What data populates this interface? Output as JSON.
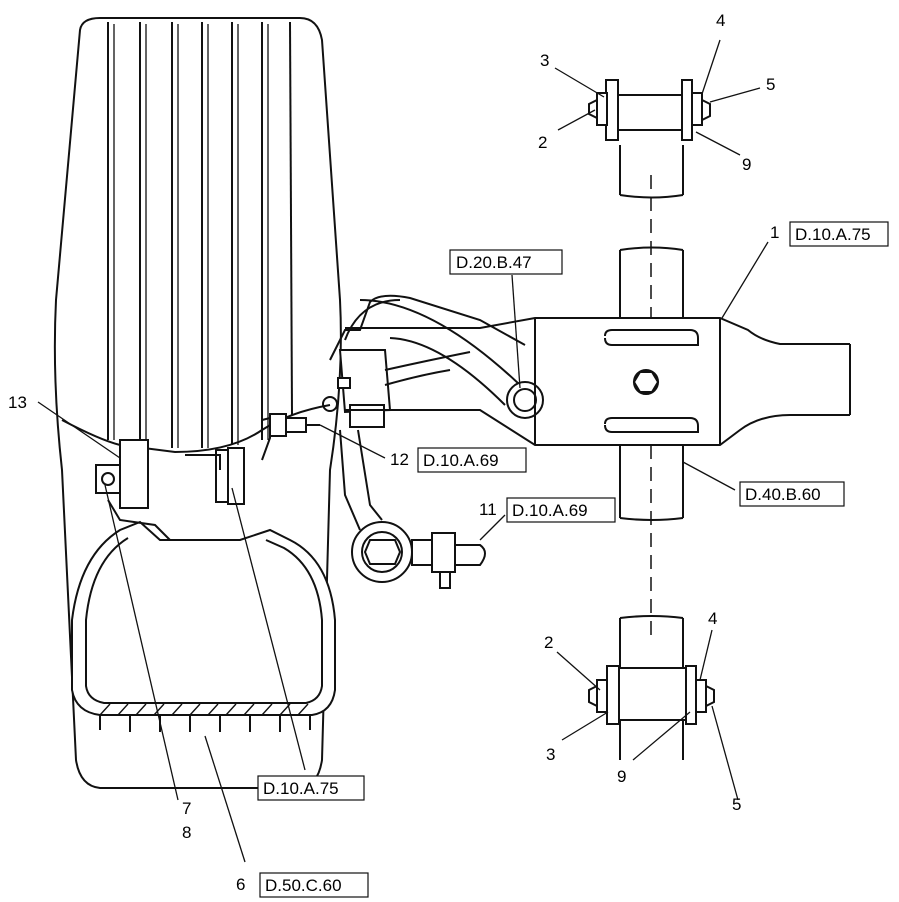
{
  "callouts": {
    "c1": "1",
    "c2_top": "2",
    "c3_top": "3",
    "c4_top": "4",
    "c5_top": "5",
    "c9_top": "9",
    "c2_bot": "2",
    "c3_bot": "3",
    "c4_bot": "4",
    "c5_bot": "5",
    "c9_bot": "9",
    "c6": "6",
    "c7": "7",
    "c8": "8",
    "c11": "11",
    "c12": "12",
    "c13": "13"
  },
  "references": {
    "ref_axle": "D.10.A.75",
    "ref_tie_rod": "D.20.B.47",
    "ref_kingpin": "D.40.B.60",
    "ref_12": "D.10.A.69",
    "ref_11": "D.10.A.69",
    "ref_hub": "D.10.A.75",
    "ref_wheel": "D.50.C.60"
  }
}
